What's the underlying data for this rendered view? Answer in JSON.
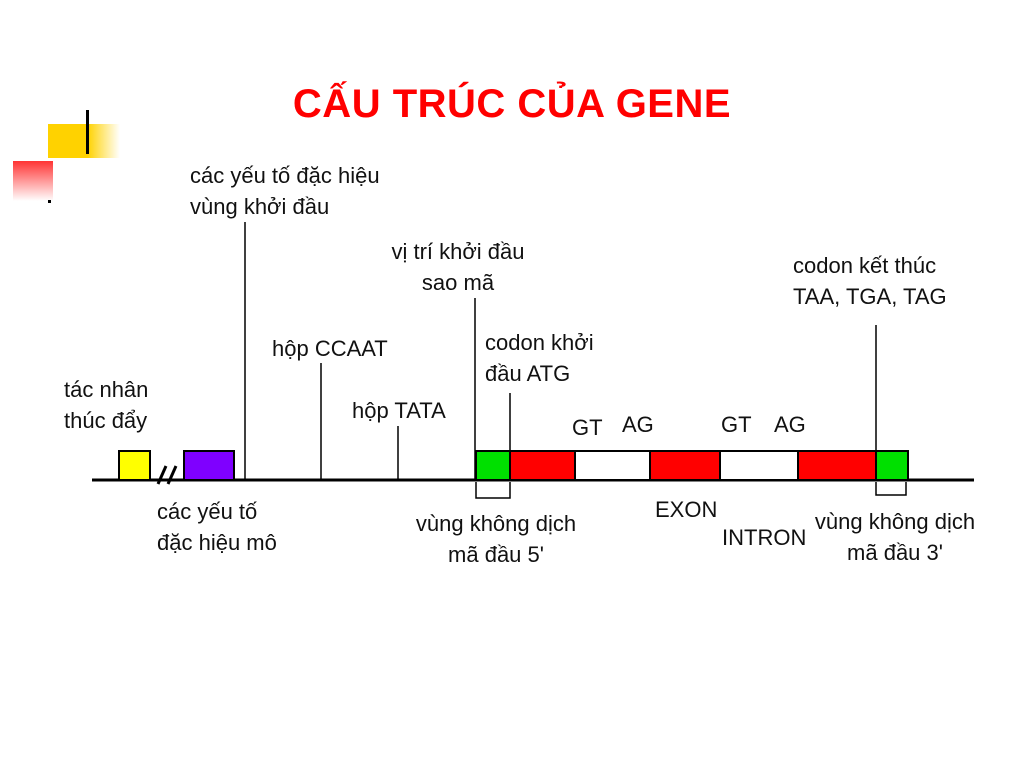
{
  "title": "CẤU TRÚC CỦA GENE",
  "colors": {
    "title": "#ff0000",
    "promoter_box": "#ffff00",
    "tissue_box": "#7f00ff",
    "utr_box": "#00e000",
    "exon": "#ff0000",
    "intron": "#ffffff",
    "line": "#000000",
    "deco_yellow": "#ffd200",
    "deco_red": "#ff3333"
  },
  "labels": {
    "enhancer": [
      "tác nhân",
      "thúc đẩy"
    ],
    "tissue_specific": [
      "các yếu tố",
      "đặc hiệu mô"
    ],
    "initiation_factors": [
      "các yếu tố đặc hiệu",
      "vùng khởi đầu"
    ],
    "ccaat_box": "hộp CCAAT",
    "tata_box": "hộp TATA",
    "transcription_start": [
      "vị trí khởi đầu",
      "sao mã"
    ],
    "start_codon": [
      "codon khởi",
      "đầu ATG"
    ],
    "gt_1": "GT",
    "ag_1": "AG",
    "gt_2": "GT",
    "ag_2": "AG",
    "utr5": [
      "vùng không dịch",
      "mã đầu 5'"
    ],
    "exon": "EXON",
    "intron": "INTRON",
    "stop_codon": [
      "codon kết thúc",
      "TAA, TGA, TAG"
    ],
    "utr3": [
      "vùng không dịch",
      "mã đầu 3'"
    ]
  }
}
